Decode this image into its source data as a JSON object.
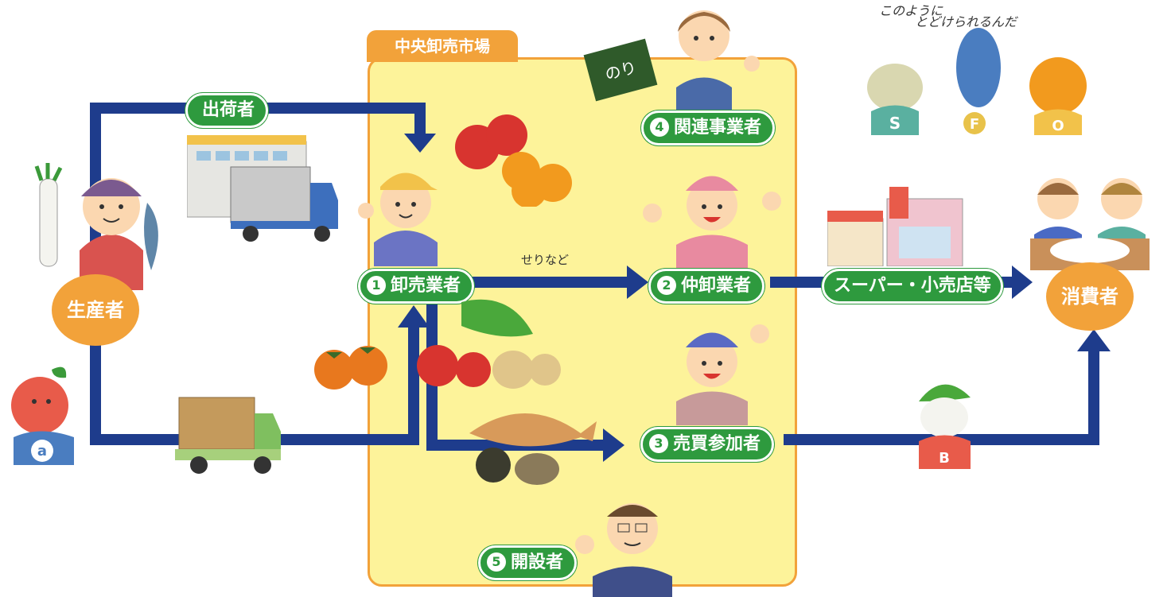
{
  "market": {
    "title": "中央卸売市場"
  },
  "nodes": {
    "producer": "生産者",
    "shipper": "出荷者",
    "wholesaler": {
      "num": "1",
      "label": "卸売業者"
    },
    "intermediate": {
      "num": "2",
      "label": "仲卸業者"
    },
    "buyer": {
      "num": "3",
      "label": "売買参加者"
    },
    "related": {
      "num": "4",
      "label": "関連事業者"
    },
    "founder": {
      "num": "5",
      "label": "開設者"
    },
    "retail": "スーパー・小売店等",
    "consumer": "消費者"
  },
  "edge_labels": {
    "auction": "せりなど"
  },
  "note": {
    "line1": "このように",
    "line2": "とどけられるんだ"
  },
  "mascot_letters": {
    "s": "S",
    "f": "F",
    "o": "O",
    "a": "a",
    "b": "B"
  },
  "colors": {
    "arrow": "#1e3c8c",
    "pill": "#2e9a3e",
    "orange": "#f2a23a",
    "market_bg": "#fdf39a"
  }
}
